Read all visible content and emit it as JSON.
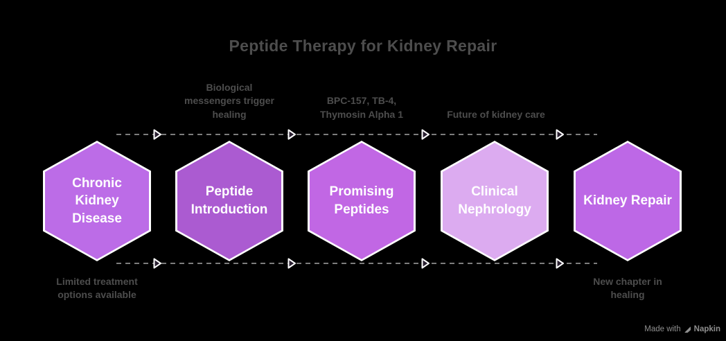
{
  "title": "Peptide Therapy for Kidney Repair",
  "steps": [
    {
      "label": "Chronic Kidney\nDisease",
      "color": "#bc6ce7"
    },
    {
      "label": "Peptide\nIntroduction",
      "color": "#ab5bd1"
    },
    {
      "label": "Promising\nPeptides",
      "color": "#c167e4"
    },
    {
      "label": "Clinical\nNephrology",
      "color": "#dcabf0"
    },
    {
      "label": "Kidney Repair",
      "color": "#bd68e6"
    }
  ],
  "notes": {
    "top": [
      {
        "text": "Biological\nmessengers trigger\nhealing"
      },
      {
        "text": "BPC-157, TB-4,\nThymosin Alpha 1"
      },
      {
        "text": "Future of kidney care"
      }
    ],
    "bottom": [
      {
        "text": "Limited treatment\noptions available"
      },
      {
        "text": "New chapter in\nhealing"
      }
    ]
  },
  "watermark": {
    "prefix": "Made with",
    "brand": "Napkin"
  },
  "colors": {
    "background": "#000000",
    "title_text": "#4d4d4d",
    "note_text": "#4d4d4d",
    "hex_border": "#ffffff",
    "hex_label_text": "#ffffff",
    "dashed_line": "#7d7d7d",
    "arrow_fill": "#2b2132",
    "arrow_stroke": "#ffffff",
    "watermark_text": "#8f8f8f"
  }
}
